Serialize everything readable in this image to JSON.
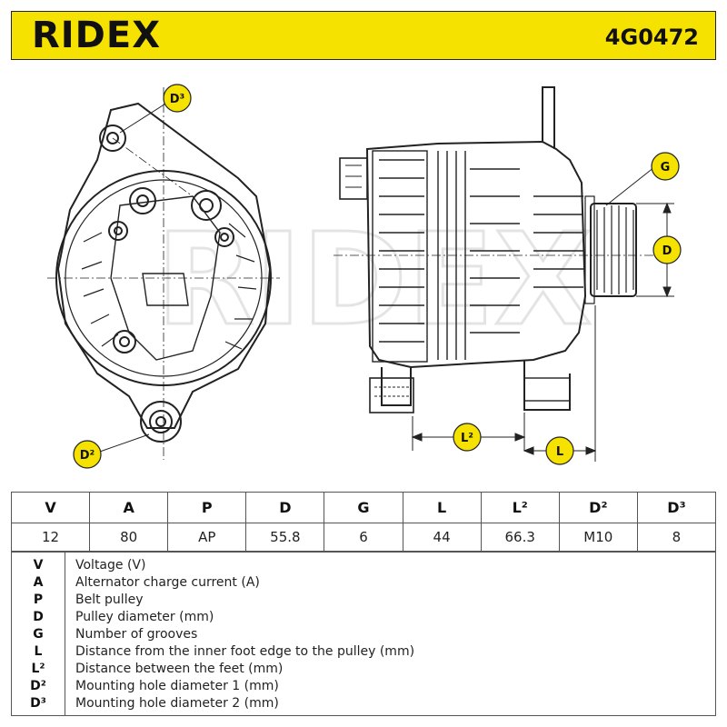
{
  "header": {
    "brand": "RIDEX",
    "part_number": "4G0472",
    "background": "#f6e200"
  },
  "drawing": {
    "watermark": "RIDEX",
    "callouts": {
      "d3": "D³",
      "d2": "D²",
      "g": "G",
      "d": "D",
      "l2": "L²",
      "l": "L"
    }
  },
  "spec_table": {
    "headers": [
      "V",
      "A",
      "P",
      "D",
      "G",
      "L",
      "L²",
      "D²",
      "D³"
    ],
    "values": [
      "12",
      "80",
      "AP",
      "55.8",
      "6",
      "44",
      "66.3",
      "M10",
      "8"
    ]
  },
  "legend": [
    {
      "key": "V",
      "desc": "Voltage (V)"
    },
    {
      "key": "A",
      "desc": "Alternator charge current (A)"
    },
    {
      "key": "P",
      "desc": "Belt pulley"
    },
    {
      "key": "D",
      "desc": "Pulley diameter (mm)"
    },
    {
      "key": "G",
      "desc": "Number of grooves"
    },
    {
      "key": "L",
      "desc": "Distance from the inner foot edge to the pulley (mm)"
    },
    {
      "key": "L²",
      "desc": "Distance between the feet (mm)"
    },
    {
      "key": "D²",
      "desc": "Mounting hole diameter 1 (mm)"
    },
    {
      "key": "D³",
      "desc": "Mounting hole diameter 2 (mm)"
    }
  ]
}
